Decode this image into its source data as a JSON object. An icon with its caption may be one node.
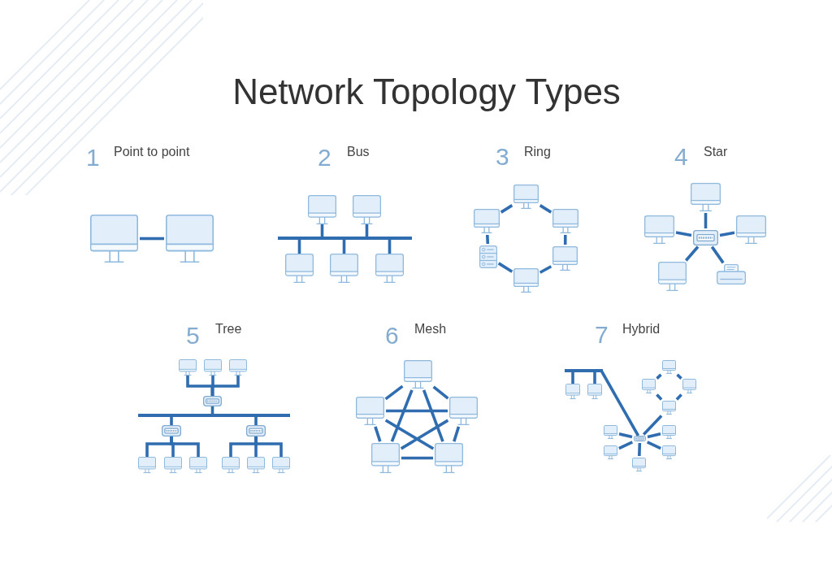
{
  "diagram": {
    "title": "Network Topology Types",
    "nodes": [
      {
        "text": [],
        "shape": "monitor"
      },
      {
        "text": [],
        "shape": "monitor"
      },
      {
        "text": [],
        "shape": "monitor"
      },
      {
        "text": [],
        "shape": "monitor"
      },
      {
        "text": [],
        "shape": "bar"
      },
      {
        "text": [],
        "shape": "monitor"
      },
      {
        "text": [],
        "shape": "monitor"
      },
      {
        "text": [],
        "shape": "monitor"
      },
      {
        "text": [],
        "shape": "monitor"
      },
      {
        "text": [],
        "shape": "monitor"
      },
      {
        "text": [],
        "shape": "monitor"
      },
      {
        "text": [],
        "shape": "server"
      },
      {
        "text": [],
        "shape": "monitor"
      },
      {
        "text": [],
        "shape": "monitor"
      },
      {
        "text": [],
        "shape": "monitor"
      },
      {
        "text": [],
        "shape": "monitor"
      },
      {
        "text": [],
        "shape": "switch"
      },
      {
        "text": [],
        "shape": "monitor"
      },
      {
        "text": [],
        "shape": "monitor"
      },
      {
        "text": [],
        "shape": "printer"
      },
      {
        "text": [],
        "shape": "monitor"
      },
      {
        "text": [],
        "shape": "monitor"
      },
      {
        "text": [],
        "shape": "monitor"
      },
      {
        "text": [],
        "shape": "switch"
      },
      {
        "text": [],
        "shape": "bar"
      },
      {
        "text": [],
        "shape": "switch"
      },
      {
        "text": [],
        "shape": "switch"
      },
      {
        "text": [],
        "shape": "monitor"
      },
      {
        "text": [],
        "shape": "monitor"
      },
      {
        "text": [],
        "shape": "monitor"
      },
      {
        "text": [],
        "shape": "monitor"
      },
      {
        "text": [],
        "shape": "monitor"
      },
      {
        "text": [],
        "shape": "monitor"
      },
      {
        "text": [],
        "shape": "monitor"
      },
      {
        "text": [],
        "shape": "monitor"
      },
      {
        "text": [],
        "shape": "monitor"
      },
      {
        "text": [],
        "shape": "monitor"
      },
      {
        "text": [],
        "shape": "monitor"
      },
      {
        "text": [],
        "shape": "bar"
      },
      {
        "text": [],
        "shape": "monitor"
      },
      {
        "text": [],
        "shape": "monitor"
      },
      {
        "text": [],
        "shape": "monitor"
      },
      {
        "text": [],
        "shape": "monitor"
      },
      {
        "text": [],
        "shape": "monitor"
      },
      {
        "text": [],
        "shape": "monitor"
      },
      {
        "text": [],
        "shape": "monitor"
      },
      {
        "text": [],
        "shape": "monitor"
      },
      {
        "text": [],
        "shape": "switch"
      },
      {
        "text": [],
        "shape": "monitor"
      },
      {
        "text": [],
        "shape": "monitor"
      },
      {
        "text": [],
        "shape": "monitor"
      }
    ],
    "edges": [
      {
        "from": 0,
        "to": 1,
        "arrow": "none"
      },
      {
        "from": 2,
        "to": 4,
        "arrow": "none"
      },
      {
        "from": 3,
        "to": 4,
        "arrow": "none"
      },
      {
        "from": 4,
        "to": 5,
        "arrow": "none"
      },
      {
        "from": 4,
        "to": 6,
        "arrow": "none"
      },
      {
        "from": 4,
        "to": 7,
        "arrow": "none"
      },
      {
        "from": 8,
        "to": 10,
        "arrow": "none"
      },
      {
        "from": 10,
        "to": 12,
        "arrow": "none"
      },
      {
        "from": 12,
        "to": 13,
        "arrow": "none"
      },
      {
        "from": 13,
        "to": 11,
        "arrow": "none"
      },
      {
        "from": 11,
        "to": 9,
        "arrow": "none"
      },
      {
        "from": 9,
        "to": 8,
        "arrow": "none"
      },
      {
        "from": 16,
        "to": 14,
        "arrow": "none"
      },
      {
        "from": 16,
        "to": 15,
        "arrow": "none"
      },
      {
        "from": 16,
        "to": 17,
        "arrow": "none"
      },
      {
        "from": 16,
        "to": 18,
        "arrow": "none"
      },
      {
        "from": 16,
        "to": 19,
        "arrow": "none"
      },
      {
        "from": 20,
        "to": 23,
        "arrow": "none"
      },
      {
        "from": 21,
        "to": 23,
        "arrow": "none"
      },
      {
        "from": 22,
        "to": 23,
        "arrow": "none"
      },
      {
        "from": 23,
        "to": 24,
        "arrow": "none"
      },
      {
        "from": 24,
        "to": 25,
        "arrow": "none"
      },
      {
        "from": 24,
        "to": 26,
        "arrow": "none"
      },
      {
        "from": 25,
        "to": 27,
        "arrow": "none"
      },
      {
        "from": 25,
        "to": 28,
        "arrow": "none"
      },
      {
        "from": 25,
        "to": 29,
        "arrow": "none"
      },
      {
        "from": 26,
        "to": 30,
        "arrow": "none"
      },
      {
        "from": 26,
        "to": 31,
        "arrow": "none"
      },
      {
        "from": 26,
        "to": 32,
        "arrow": "none"
      },
      {
        "from": 33,
        "to": 34,
        "arrow": "none"
      },
      {
        "from": 33,
        "to": 35,
        "arrow": "none"
      },
      {
        "from": 34,
        "to": 36,
        "arrow": "none"
      },
      {
        "from": 35,
        "to": 37,
        "arrow": "none"
      },
      {
        "from": 36,
        "to": 37,
        "arrow": "none"
      },
      {
        "from": 34,
        "to": 35,
        "arrow": "none"
      },
      {
        "from": 33,
        "to": 36,
        "arrow": "none"
      },
      {
        "from": 33,
        "to": 37,
        "arrow": "none"
      },
      {
        "from": 34,
        "to": 37,
        "arrow": "none"
      },
      {
        "from": 35,
        "to": 36,
        "arrow": "none"
      },
      {
        "from": 38,
        "to": 40,
        "arrow": "none"
      },
      {
        "from": 38,
        "to": 41,
        "arrow": "none"
      },
      {
        "from": 38,
        "to": 47,
        "arrow": "none"
      },
      {
        "from": 39,
        "to": 42,
        "arrow": "none"
      },
      {
        "from": 39,
        "to": 43,
        "arrow": "none"
      },
      {
        "from": 42,
        "to": 44,
        "arrow": "none"
      },
      {
        "from": 43,
        "to": 44,
        "arrow": "none"
      },
      {
        "from": 44,
        "to": 47,
        "arrow": "none"
      },
      {
        "from": 47,
        "to": 45,
        "arrow": "none"
      },
      {
        "from": 47,
        "to": 46,
        "arrow": "none"
      },
      {
        "from": 47,
        "to": 48,
        "arrow": "none"
      },
      {
        "from": 47,
        "to": 49,
        "arrow": "none"
      },
      {
        "from": 47,
        "to": 50,
        "arrow": "none"
      }
    ],
    "labels": [
      "1",
      "Point to point",
      "2",
      "Bus",
      "3",
      "Ring",
      "4",
      "Star",
      "5",
      "Tree",
      "6",
      "Mesh",
      "7",
      "Hybrid"
    ]
  }
}
